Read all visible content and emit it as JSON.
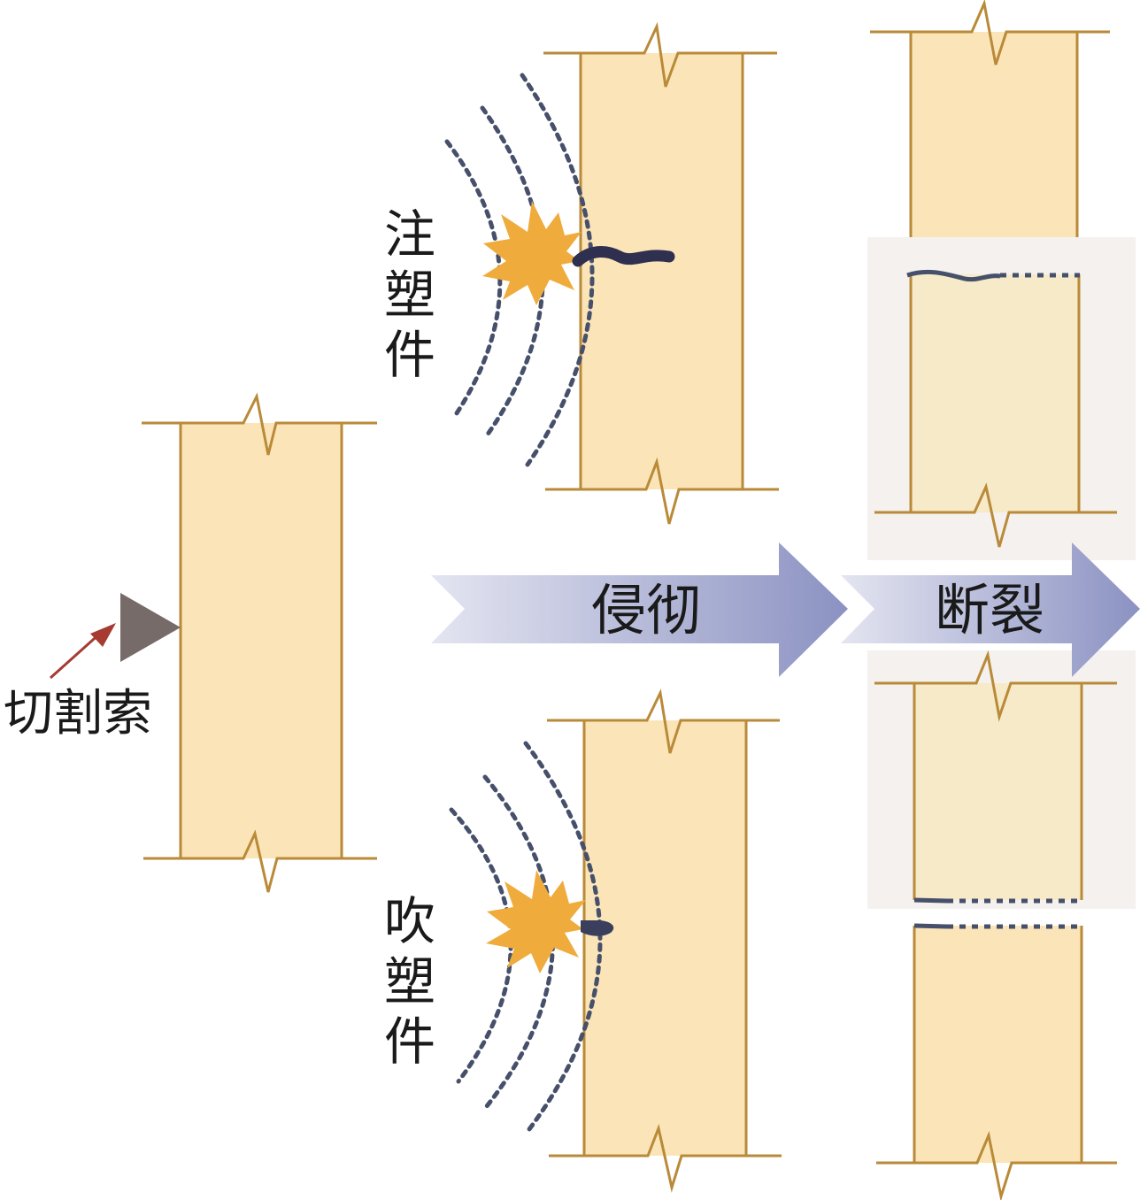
{
  "labels": {
    "cutting_cord": "切割索",
    "injection_part": "注塑件",
    "blow_part": "吹塑件",
    "erosion": "侵彻",
    "fracture": "断裂"
  },
  "colors": {
    "panel_fill": "#fbe5b8",
    "panel_fill_light": "#f6eac9",
    "panel_stroke": "#b98a38",
    "gray_bg": "#f4f1ee",
    "cord_color": "#766b69",
    "cord_arrow": "#a63b32",
    "blast_color": "#efac3c",
    "wave_color": "#47506b",
    "crack_color": "#2f2f4f",
    "arrow_light": "#e2e3f0",
    "arrow_dark": "#8e95c3"
  }
}
